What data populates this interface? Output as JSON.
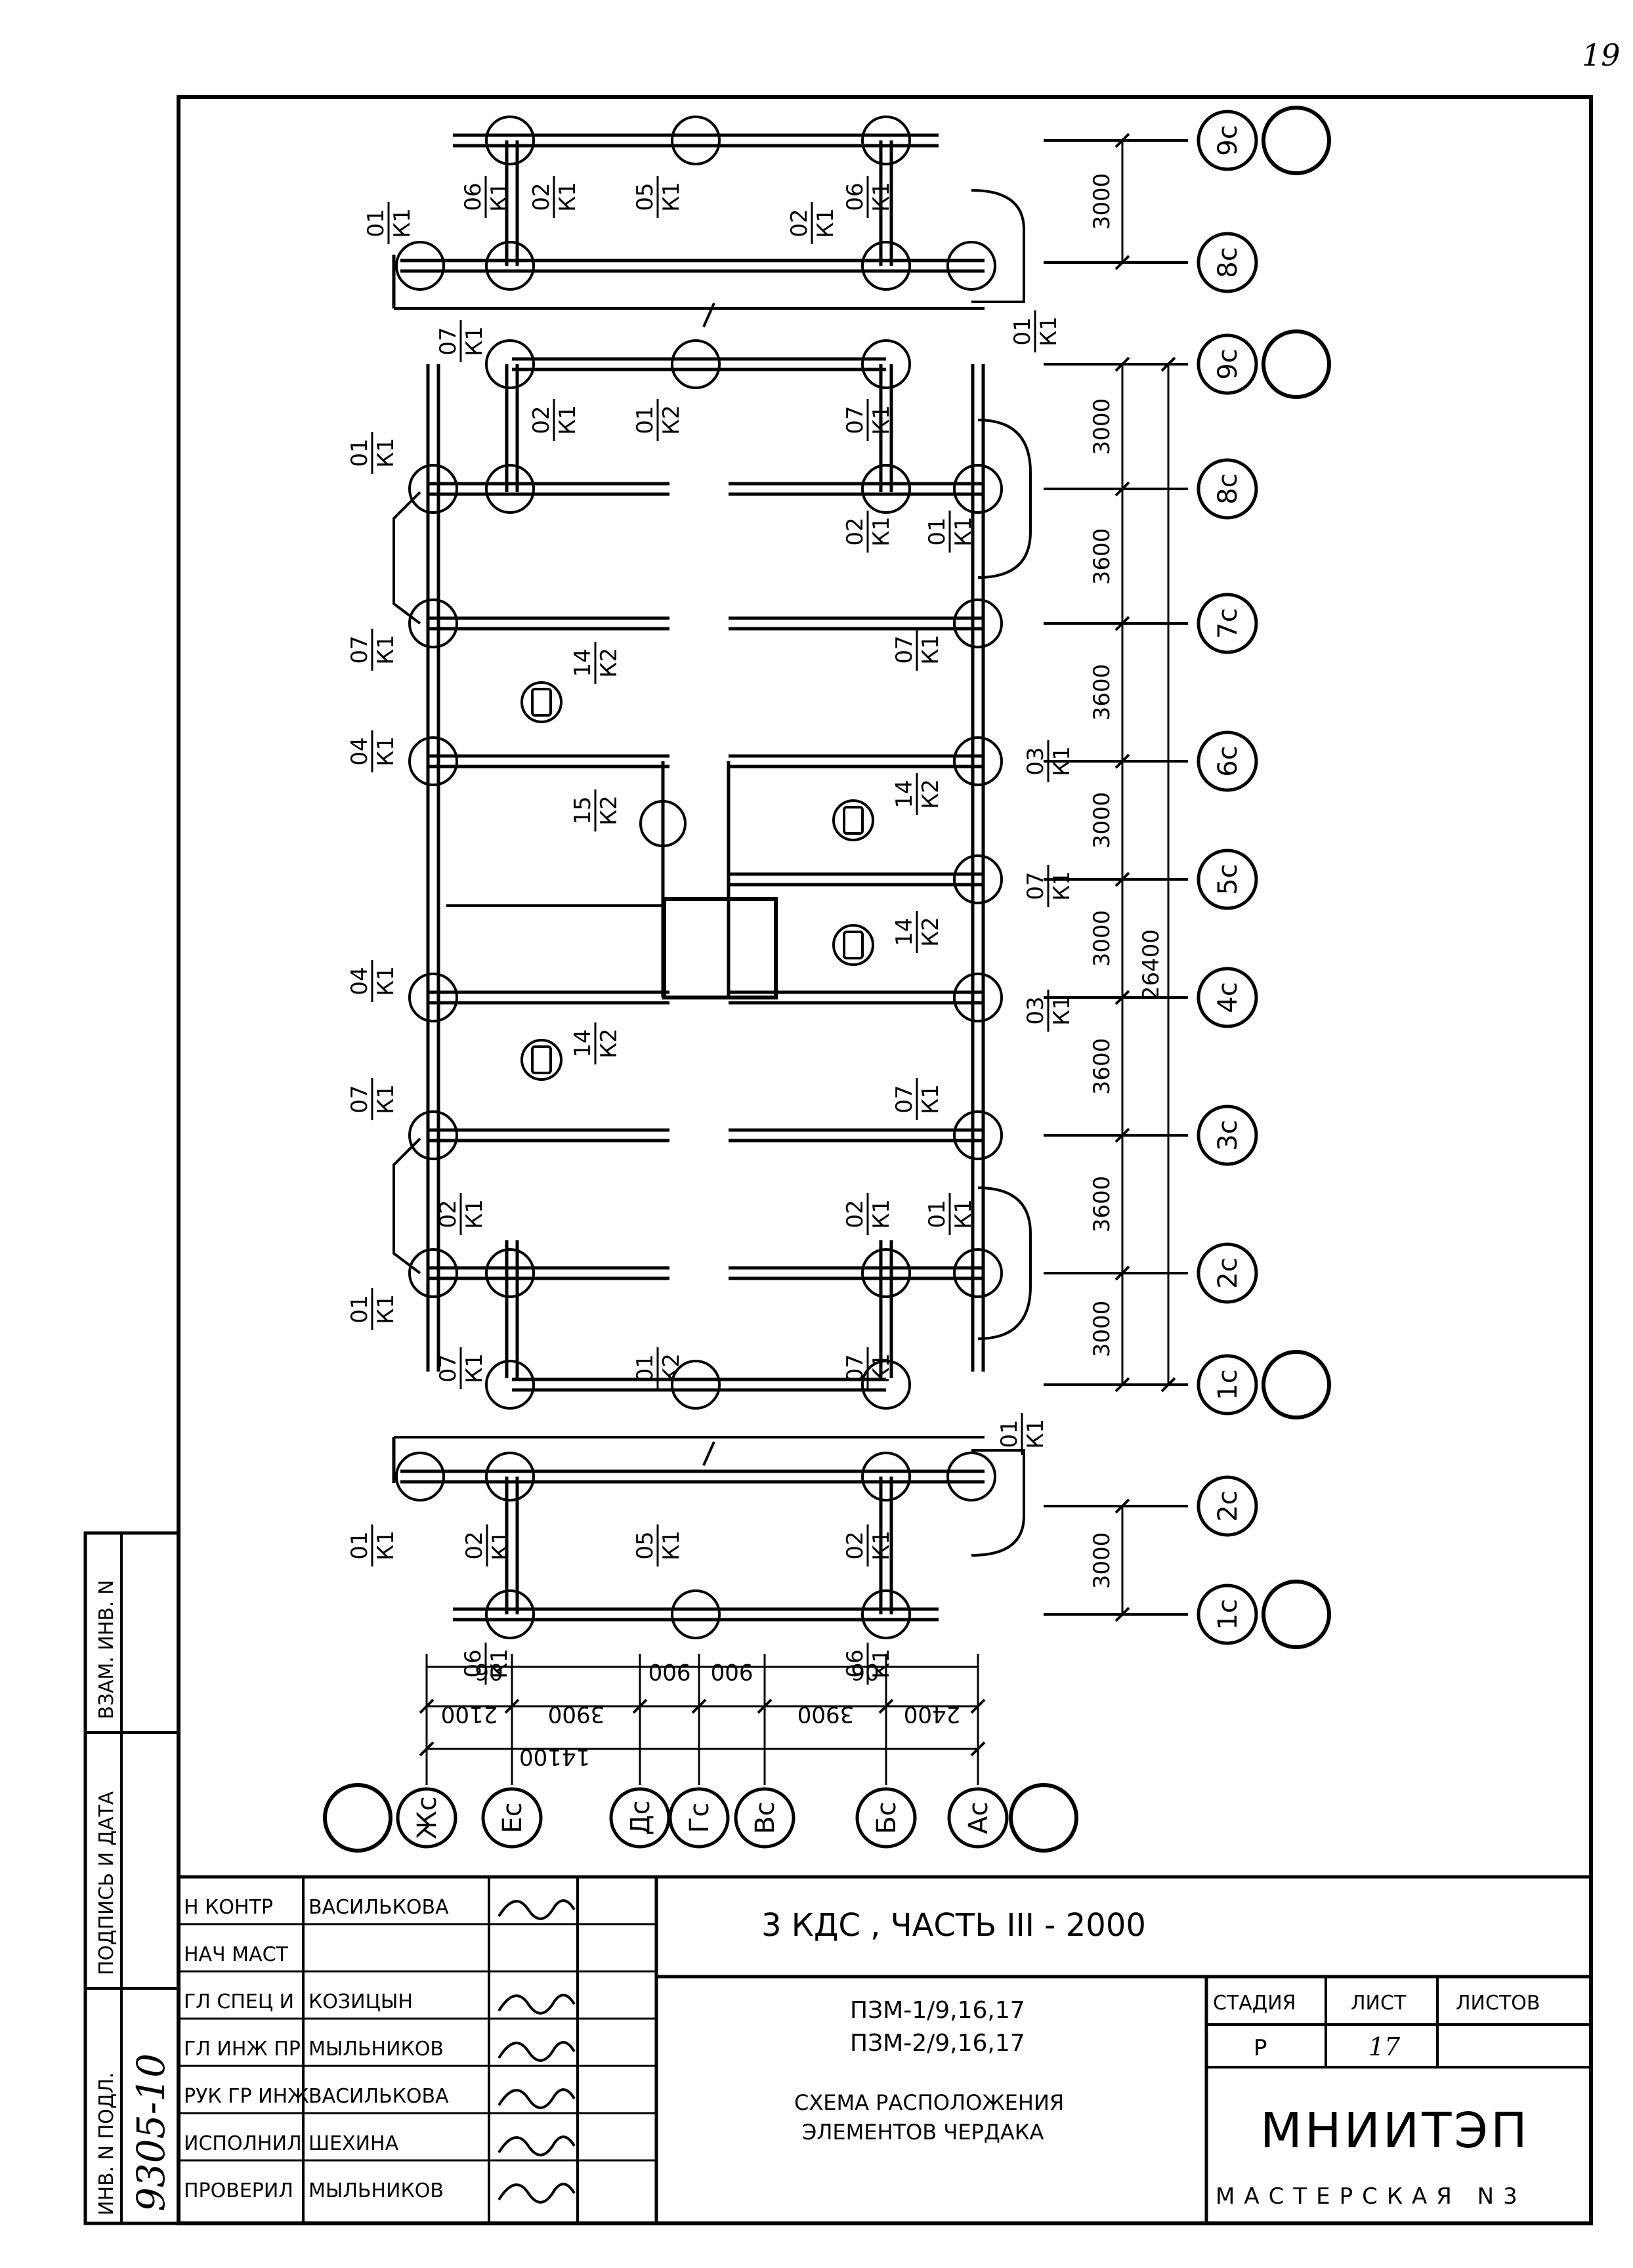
{
  "sheet_number": "19",
  "left_strip": {
    "inv_orig": "ИНВ. N ПОДЛ.",
    "sign_date": "ПОДПИСЬ И ДАТА",
    "vzam_inv": "ВЗАМ. ИНВ. N",
    "inv_number": "9305-10"
  },
  "title_block": {
    "rows": [
      {
        "role": "Н КОНТР",
        "name": "ВАСИЛЬКОВА"
      },
      {
        "role": "НАЧ МАСТ",
        "name": ""
      },
      {
        "role": "ГЛ СПЕЦ И",
        "name": "КОЗИЦЫН"
      },
      {
        "role": "ГЛ ИНЖ ПР",
        "name": "МЫЛЬНИКОВ"
      },
      {
        "role": "РУК ГР ИНЖ",
        "name": "ВАСИЛЬКОВА"
      },
      {
        "role": "ИСПОЛНИЛ",
        "name": "ШЕХИНА"
      },
      {
        "role": "ПРОВЕРИЛ",
        "name": "МЫЛЬНИКОВ"
      }
    ],
    "project_title": "3 КДС , ЧАСТЬ III - 2000",
    "doc_code_1": "ПЗМ-1/9,16,17",
    "doc_code_2": "ПЗМ-2/9,16,17",
    "drawing_title_1": "СХЕМА РАСПОЛОЖЕНИЯ",
    "drawing_title_2": "ЭЛЕМЕНТОВ ЧЕРДАКА",
    "stage_label": "СТАДИЯ",
    "sheet_label": "ЛИСТ",
    "sheets_label": "ЛИСТОВ",
    "stage_value": "Р",
    "sheet_value": "17",
    "sheets_value": "",
    "org": "МНИИТЭП",
    "workshop": "МАСТЕРСКАЯ  N3"
  },
  "axes_right": [
    {
      "id": "top-9c",
      "label": "9с"
    },
    {
      "id": "top-8c",
      "label": "8с"
    },
    {
      "id": "main-9c",
      "label": "9с"
    },
    {
      "id": "main-8c",
      "label": "8с"
    },
    {
      "id": "main-7c",
      "label": "7с"
    },
    {
      "id": "main-6c",
      "label": "6с"
    },
    {
      "id": "main-5c",
      "label": "5с"
    },
    {
      "id": "main-4c",
      "label": "4с"
    },
    {
      "id": "main-3c",
      "label": "3с"
    },
    {
      "id": "main-2c",
      "label": "2с"
    },
    {
      "id": "main-1c",
      "label": "1с"
    },
    {
      "id": "bot-2c",
      "label": "2с"
    },
    {
      "id": "bot-1c",
      "label": "1с"
    }
  ],
  "axes_bottom": [
    {
      "id": "zh",
      "label": "Жс"
    },
    {
      "id": "e",
      "label": "Ес"
    },
    {
      "id": "d",
      "label": "Дс"
    },
    {
      "id": "g",
      "label": "Гс"
    },
    {
      "id": "v",
      "label": "Вс"
    },
    {
      "id": "b",
      "label": "Бс"
    },
    {
      "id": "a",
      "label": "Ас"
    }
  ],
  "dims_right": [
    "3000",
    "3000",
    "3600",
    "3600",
    "3000",
    "3000",
    "3600",
    "3600",
    "3000",
    "3000",
    "26400"
  ],
  "dims_bottom": [
    "06",
    "900",
    "900",
    "06",
    "2100",
    "3900",
    "3900",
    "2400",
    "14100"
  ],
  "mark_labels": [
    {
      "top": "01",
      "bottom": "К1"
    },
    {
      "top": "06",
      "bottom": "К1"
    },
    {
      "top": "02",
      "bottom": "К1"
    },
    {
      "top": "05",
      "bottom": "К1"
    },
    {
      "top": "02",
      "bottom": "К1"
    },
    {
      "top": "06",
      "bottom": "К1"
    },
    {
      "top": "01",
      "bottom": "К1"
    },
    {
      "top": "07",
      "bottom": "К1"
    },
    {
      "top": "01",
      "bottom": "К1"
    },
    {
      "top": "02",
      "bottom": "К1"
    },
    {
      "top": "01",
      "bottom": "К2"
    },
    {
      "top": "07",
      "bottom": "К1"
    },
    {
      "top": "02",
      "bottom": "К1"
    },
    {
      "top": "01",
      "bottom": "К1"
    },
    {
      "top": "07",
      "bottom": "К1"
    },
    {
      "top": "14",
      "bottom": "К2"
    },
    {
      "top": "07",
      "bottom": "К1"
    },
    {
      "top": "04",
      "bottom": "К1"
    },
    {
      "top": "15",
      "bottom": "К2"
    },
    {
      "top": "14",
      "bottom": "К2"
    },
    {
      "top": "03",
      "bottom": "К1"
    },
    {
      "top": "07",
      "bottom": "К1"
    },
    {
      "top": "14",
      "bottom": "К2"
    },
    {
      "top": "04",
      "bottom": "К1"
    },
    {
      "top": "14",
      "bottom": "К2"
    },
    {
      "top": "03",
      "bottom": "К1"
    },
    {
      "top": "07",
      "bottom": "К1"
    },
    {
      "top": "07",
      "bottom": "К1"
    },
    {
      "top": "02",
      "bottom": "К1"
    },
    {
      "top": "02",
      "bottom": "К1"
    },
    {
      "top": "01",
      "bottom": "К1"
    },
    {
      "top": "01",
      "bottom": "К1"
    },
    {
      "top": "07",
      "bottom": "К1"
    },
    {
      "top": "01",
      "bottom": "К2"
    },
    {
      "top": "07",
      "bottom": "К1"
    },
    {
      "top": "01",
      "bottom": "К1"
    },
    {
      "top": "01",
      "bottom": "К1"
    },
    {
      "top": "02",
      "bottom": "К1"
    },
    {
      "top": "05",
      "bottom": "К1"
    },
    {
      "top": "02",
      "bottom": "К1"
    },
    {
      "top": "06",
      "bottom": "К1"
    },
    {
      "top": "06",
      "bottom": "К1"
    }
  ]
}
